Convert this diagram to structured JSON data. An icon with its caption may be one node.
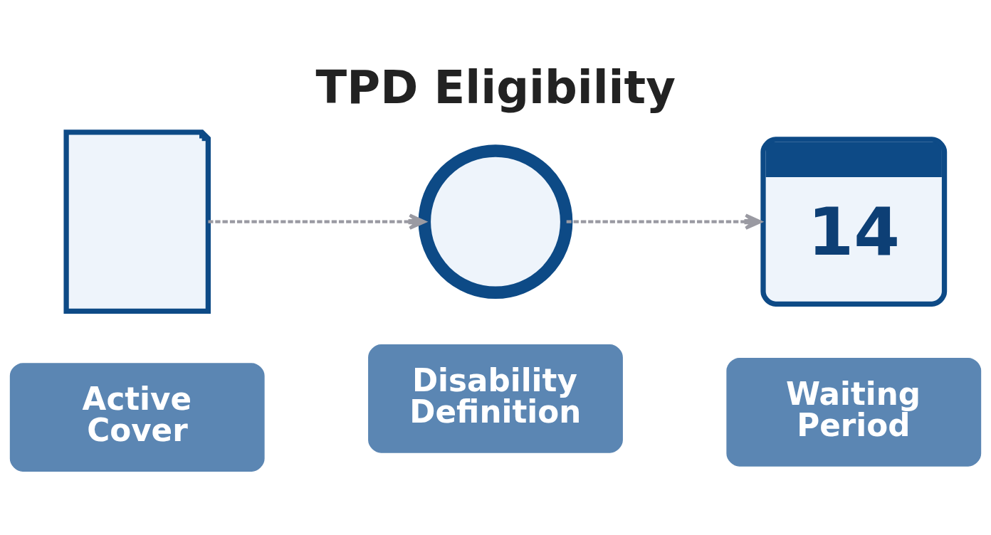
{
  "diagram": {
    "title": "TPD Eligibility",
    "nodes": [
      {
        "text": [],
        "shape": "document"
      },
      {
        "text": [],
        "shape": "magnifier"
      },
      {
        "text": [
          "14"
        ]
      },
      {
        "text": [
          "Active Cover"
        ]
      },
      {
        "text": [
          "Disability Definition"
        ]
      },
      {
        "text": [
          "Waiting Period"
        ]
      }
    ],
    "edges": [
      {
        "from": 0,
        "to": 1,
        "arrow": "to",
        "style": "dashed"
      },
      {
        "from": 1,
        "to": 2,
        "arrow": "to",
        "style": "dashed"
      }
    ]
  }
}
